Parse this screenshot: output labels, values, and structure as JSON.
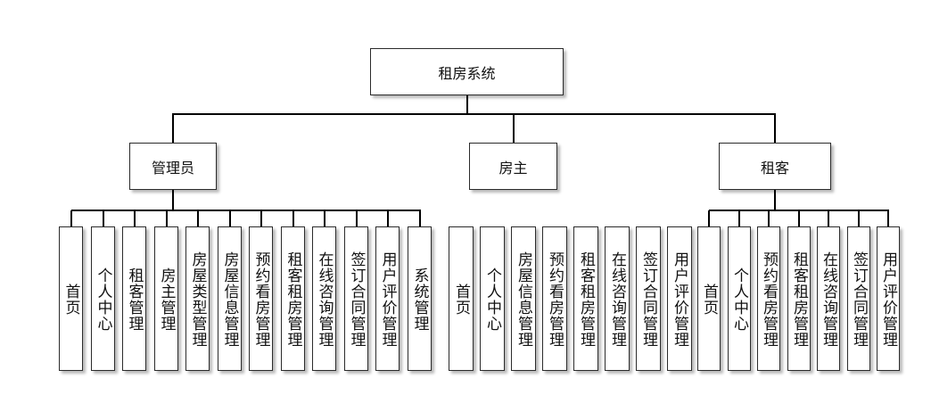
{
  "root": {
    "label": "租房系统"
  },
  "roles": [
    {
      "label": "管理员",
      "items": [
        "首页",
        "个人中心",
        "租客管理",
        "房主管理",
        "房屋类型管理",
        "房屋信息管理",
        "预约看房管理",
        "租客租房管理",
        "在线咨询管理",
        "签订合同管理",
        "用户评价管理",
        "系统管理"
      ]
    },
    {
      "label": "房主",
      "items": [
        "首页",
        "个人中心",
        "房屋信息管理",
        "预约看房管理",
        "租客租房管理",
        "在线咨询管理",
        "签订合同管理",
        "用户评价管理"
      ]
    },
    {
      "label": "租客",
      "items": [
        "首页",
        "个人中心",
        "预约看房管理",
        "租客租房管理",
        "在线咨询管理",
        "签订合同管理",
        "用户评价管理"
      ]
    }
  ]
}
